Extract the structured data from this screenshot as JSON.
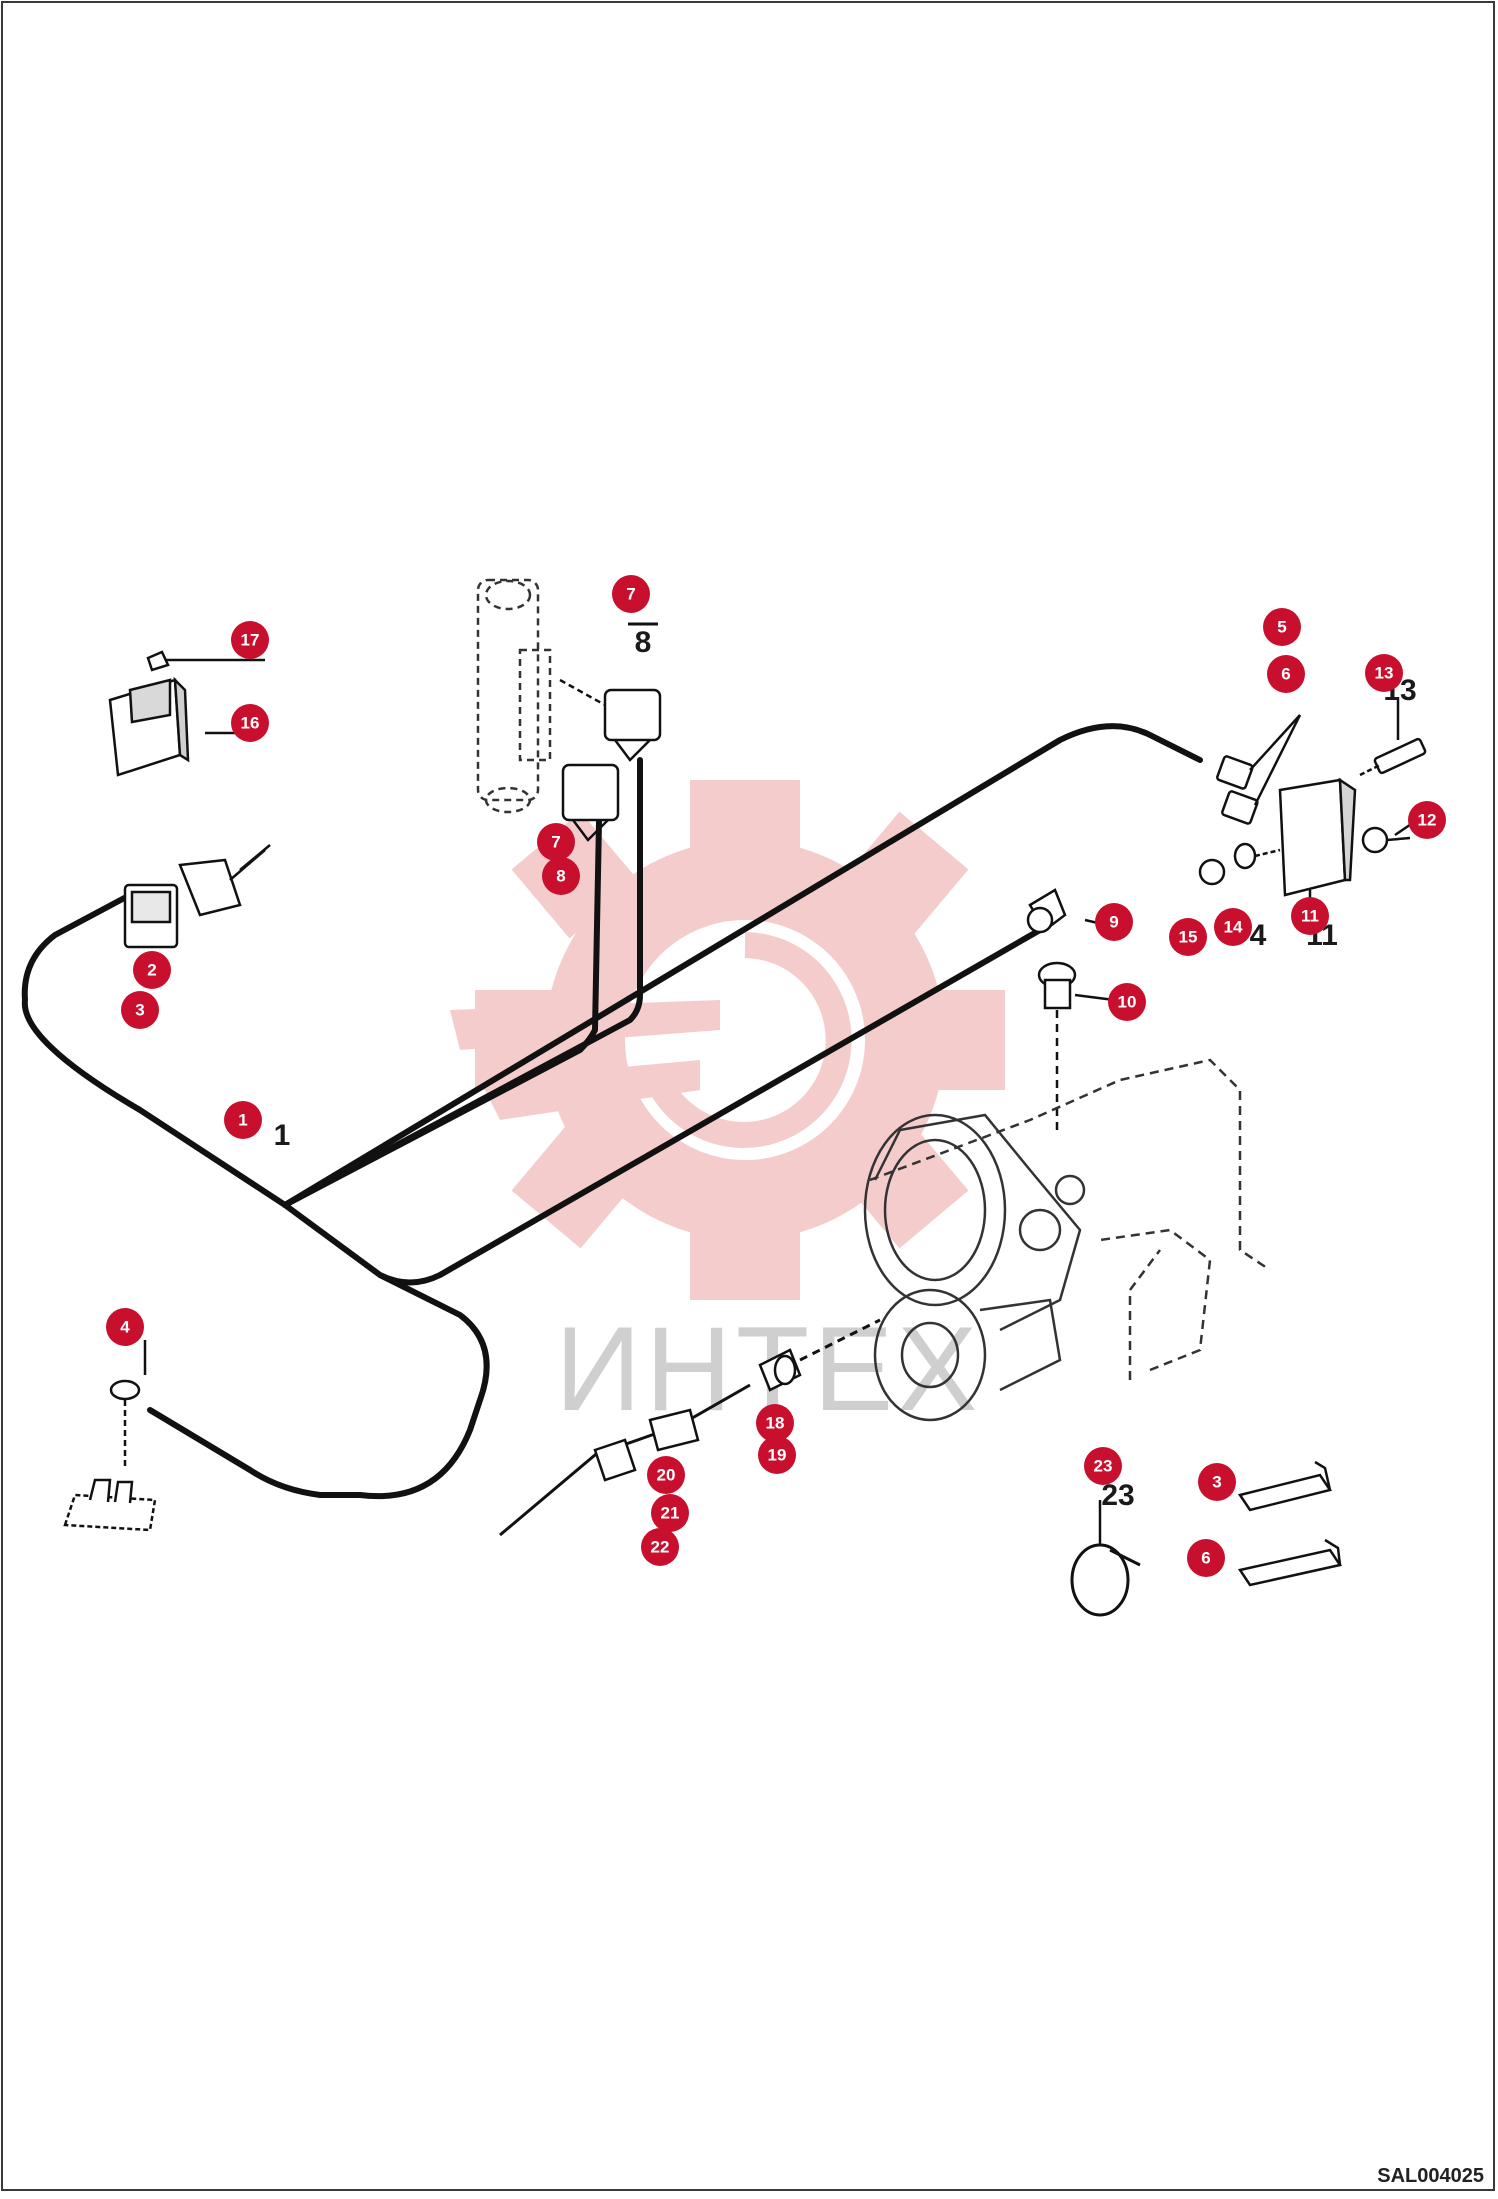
{
  "drawing_code": "SAL004025",
  "watermark": {
    "text": "ИНТЕХ",
    "color": "#f0b9b9"
  },
  "callout_color": "#c8102e",
  "callouts": [
    {
      "id": "callout-1",
      "label": "1"
    },
    {
      "id": "callout-2",
      "label": "2"
    },
    {
      "id": "callout-3a",
      "label": "3"
    },
    {
      "id": "callout-3b",
      "label": "3"
    },
    {
      "id": "callout-4",
      "label": "4"
    },
    {
      "id": "callout-5",
      "label": "5"
    },
    {
      "id": "callout-6a",
      "label": "6"
    },
    {
      "id": "callout-6b",
      "label": "6"
    },
    {
      "id": "callout-7a",
      "label": "7"
    },
    {
      "id": "callout-7b",
      "label": "7"
    },
    {
      "id": "callout-8",
      "label": "8"
    },
    {
      "id": "callout-9",
      "label": "9"
    },
    {
      "id": "callout-10",
      "label": "10"
    },
    {
      "id": "callout-11",
      "label": "11"
    },
    {
      "id": "callout-12",
      "label": "12"
    },
    {
      "id": "callout-13",
      "label": "13"
    },
    {
      "id": "callout-14",
      "label": "14"
    },
    {
      "id": "callout-15",
      "label": "15"
    },
    {
      "id": "callout-16",
      "label": "16"
    },
    {
      "id": "callout-17",
      "label": "17"
    },
    {
      "id": "callout-18",
      "label": "18"
    },
    {
      "id": "callout-19",
      "label": "19"
    },
    {
      "id": "callout-20",
      "label": "20"
    },
    {
      "id": "callout-21",
      "label": "21"
    },
    {
      "id": "callout-22",
      "label": "22"
    },
    {
      "id": "callout-23",
      "label": "23"
    }
  ],
  "part_numbers": {
    "n1": "1",
    "n8": "8",
    "n23": "23",
    "n13": "13",
    "n14": "4",
    "n11": "11"
  }
}
